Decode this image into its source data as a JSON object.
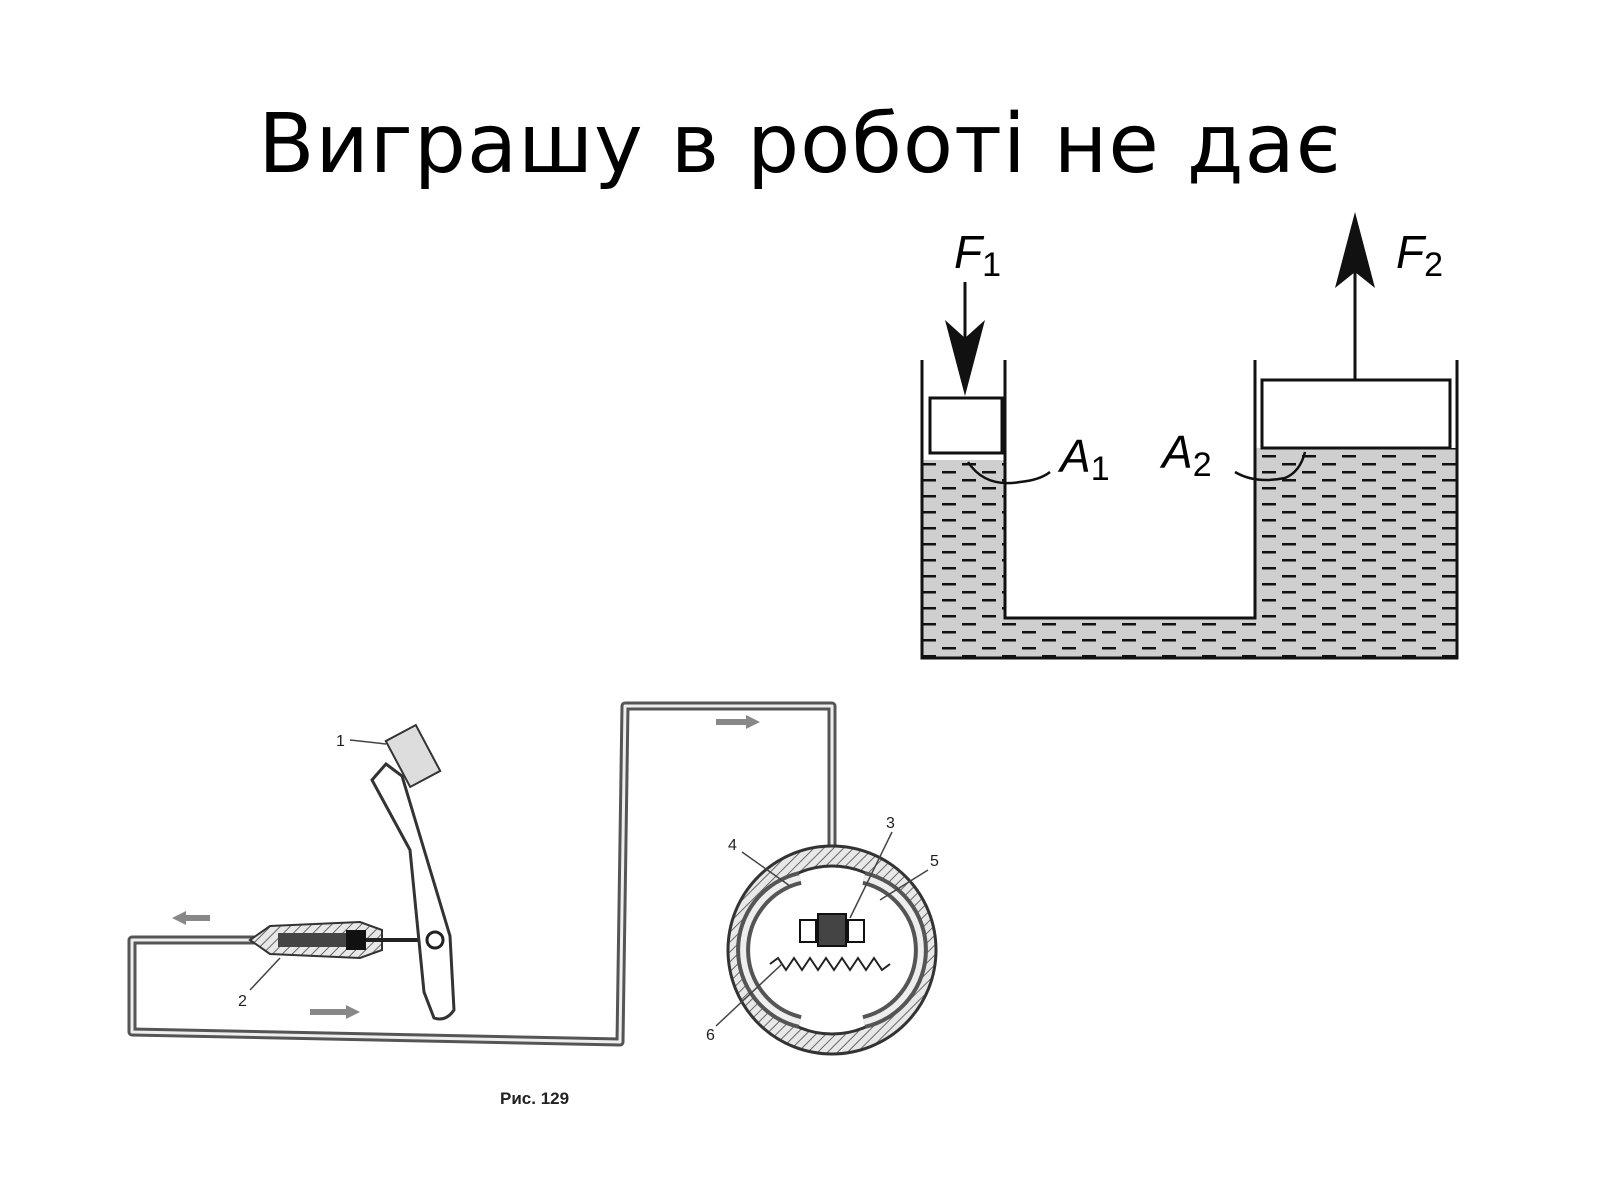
{
  "slide": {
    "title": "Виграшу в роботі не дає"
  },
  "press": {
    "f1": "F",
    "f1_sub": "1",
    "f2": "F",
    "f2_sub": "2",
    "a1": "A",
    "a1_sub": "1",
    "a2": "A",
    "a2_sub": "2"
  },
  "brake": {
    "n1": "1",
    "n2": "2",
    "n3": "3",
    "n4": "4",
    "n5": "5",
    "n6": "6",
    "caption": "Рис. 129"
  }
}
